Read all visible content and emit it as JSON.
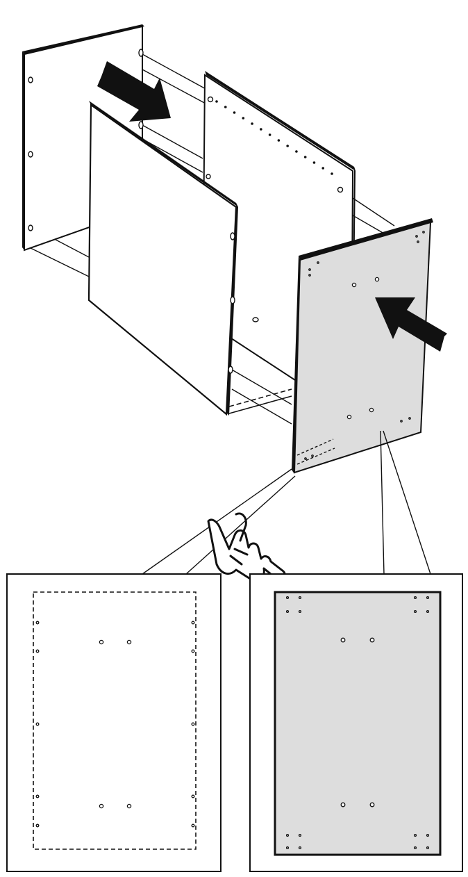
{
  "figure": {
    "kind": "assembly-instruction-diagram",
    "text_labels": []
  },
  "colors": {
    "ink": "#111111",
    "panel_white": "#ffffff",
    "panel_gray": "#dddddd",
    "background": "#ffffff"
  },
  "parts": [
    {
      "name": "left-side-panel",
      "fill": "panel_white"
    },
    {
      "name": "back-panel-with-hole-row",
      "fill": "panel_white"
    },
    {
      "name": "front-panel-being-inserted",
      "fill": "panel_white"
    },
    {
      "name": "right-side-panel",
      "fill": "panel_gray"
    }
  ],
  "arrows": [
    {
      "name": "insert-direction-arrow-left",
      "direction": "right"
    },
    {
      "name": "insert-direction-arrow-right",
      "direction": "left"
    }
  ],
  "details": [
    {
      "name": "detail-inner-face",
      "face_style": "dashed-outline",
      "fill": "panel_white"
    },
    {
      "name": "detail-outer-face",
      "face_style": "solid-outline",
      "fill": "panel_gray"
    }
  ],
  "icons": {
    "hand": "pointing-hand-icon"
  }
}
